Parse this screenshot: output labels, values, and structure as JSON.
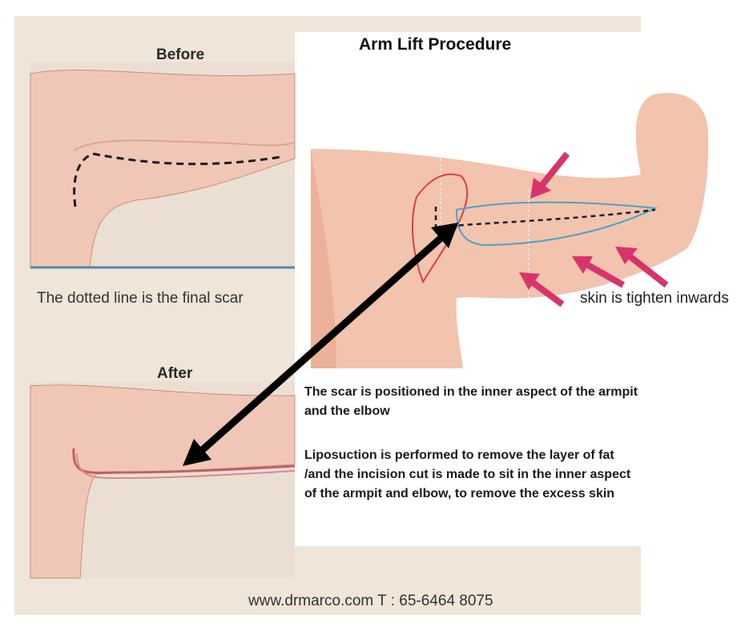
{
  "title": "Arm Lift Procedure",
  "before_label": "Before",
  "after_label": "After",
  "dotted_caption": "The dotted line is the final scar",
  "skin_caption": "skin is tighten inwards",
  "description_1": [
    "The scar is positioned in the inner aspect of the armpit",
    "and the elbow"
  ],
  "description_2": [
    "Liposuction is performed to remove the layer of fat",
    "/and the incision cut is made to sit in the inner aspect",
    "of the armpit and elbow,  to remove the excess skin"
  ],
  "footer": "www.drmarco.com T : 65-6464 8075",
  "colors": {
    "background_panel": "#efe5d8",
    "skin": "#f2c3ad",
    "skin_shadow": "#e8a58c",
    "arrow_pink": "#d8336b",
    "incision_blue": "#4aa3c8",
    "incision_red": "#d6404a",
    "divider": "#4f8aa8"
  }
}
